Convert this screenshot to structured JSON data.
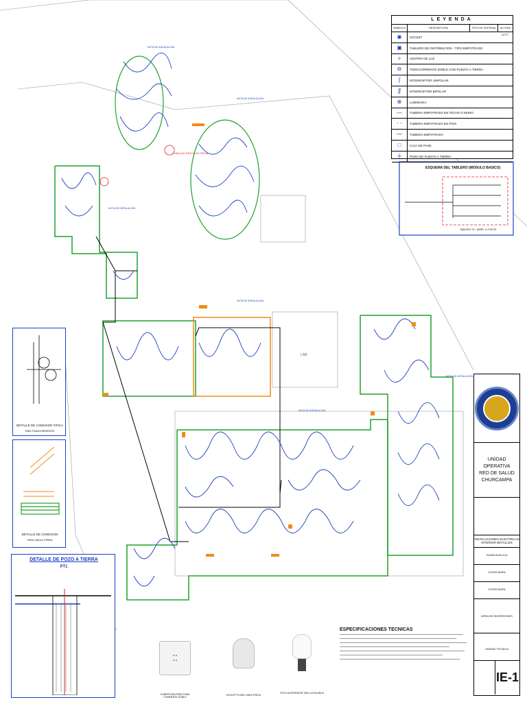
{
  "legend": {
    "title": "LEYENDA",
    "columns": [
      "SIMBOLO",
      "DESCRIPCION",
      "TIPO DE SISTEMA",
      "ALTURA N.P.T."
    ],
    "rows": [
      {
        "icon": "socket-icon",
        "desc": "SOCKET"
      },
      {
        "icon": "distribution-board-icon",
        "desc": "TABLERO DE DISTRIBUCION - TIPO EMPOTRADO"
      },
      {
        "icon": "ceiling-light-icon",
        "desc": "CENTRO DE LUZ"
      },
      {
        "icon": "double-outlet-icon",
        "desc": "TOMACORRIENTE DOBLE CON PUESTA A TIERRA"
      },
      {
        "icon": "single-switch-icon",
        "desc": "INTERRUPTOR UNIPOLAR"
      },
      {
        "icon": "double-switch-icon",
        "desc": "INTERRUPTOR BIPOLAR"
      },
      {
        "icon": "lamp-icon",
        "desc": "LUMINARIA"
      },
      {
        "icon": "conduit-line-icon",
        "desc": "TUBERIA EMPOTRADA EN TECHO O MURO"
      },
      {
        "icon": "floor-line-icon",
        "desc": "TUBERIA EMPOTRADA EN PISO"
      },
      {
        "icon": "ground-line-icon",
        "desc": "TUBERIA EMPOTRADA"
      },
      {
        "icon": "junction-icon",
        "desc": "CAJA DE PASE"
      },
      {
        "icon": "ground-well-icon",
        "desc": "POZO DE PUESTA A TIERRA"
      }
    ]
  },
  "board_scheme": {
    "title": "ESQUEMA DEL TABLERO (MODULO BASICO)",
    "footer": "TABLERO TG - BARR. 11 POLOS"
  },
  "callouts": {
    "line_label": "LINEA DE RED ELECTRICA"
  },
  "blocks": {
    "lab": "LAB"
  },
  "details": {
    "connection_typical": "DETALLE DE CONEXION TIPICA",
    "connection_typical_sub": "PARA TOMACORRIENTES",
    "ground_line": "DETALLE DE CONEXION",
    "ground_line_sub": "PARA LINEA A TIERRA",
    "ground_well_title": "DETALLE DE POZO A TIERRA",
    "ground_well_sub": "PT1"
  },
  "specs": {
    "title": "ESPECIFICACIONES TECNICAS"
  },
  "products": [
    {
      "label": "COBERTURA PARA TOMA CORRIENTE DOBLE"
    },
    {
      "label": "SOCKET PLANO LINEA FISICA"
    },
    {
      "label": "FOCO AHORRADOR 15W LUZ BLANCA"
    }
  ],
  "title_block": {
    "org_line1": "UNIDAD OPERATIVA",
    "org_line2": "RED DE SALUD",
    "org_line3": "CHURCAMPA",
    "location": "HUANCAVELICA",
    "district": "CHURCAMPA",
    "province": "CHURCAMPA",
    "area": "AREA DE INVERSIONES",
    "unit": "UNIDAD TECNICA",
    "sheet": "IE-1",
    "subject": "INSTALACIONES ELECTRICAS INTERIOR DETALLES"
  },
  "colors": {
    "circuit": "#1a3fbf",
    "zone": "#1fa12a",
    "highlight": "#f08c1a",
    "alert": "#e02020"
  }
}
